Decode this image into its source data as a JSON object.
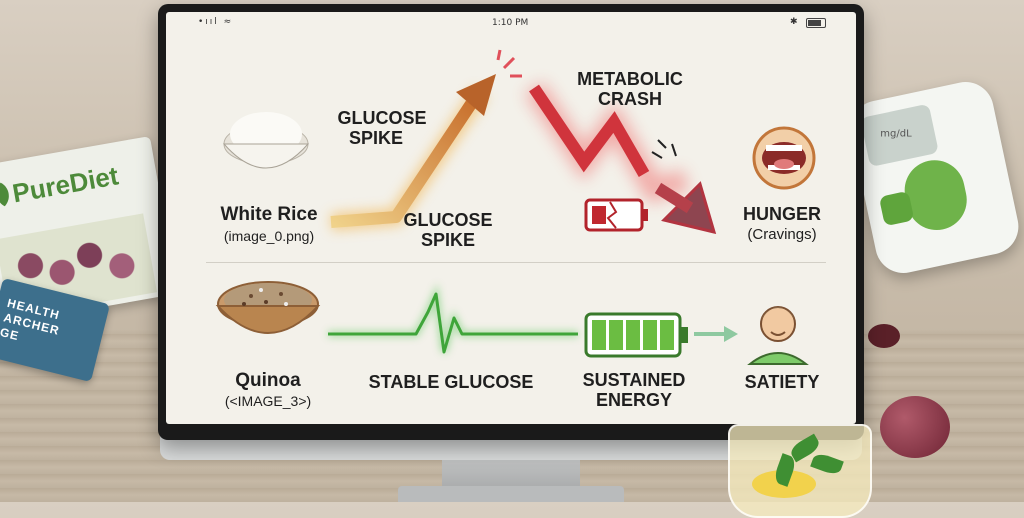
{
  "brochure": {
    "brand": "PureDiet"
  },
  "card": {
    "line1": "HEALTH",
    "line2": "ARCHER",
    "line3": "GE"
  },
  "meter": {
    "unit": "mg/dL"
  },
  "status": {
    "time": "1:10 PM"
  },
  "top_row": {
    "food_name": "White Rice",
    "food_file": "(image_0.png)",
    "spike_label_upper": [
      "GLUCOSE",
      "SPIKE"
    ],
    "spike_label_lower": [
      "GLUCOSE",
      "SPIKE"
    ],
    "crash_label": [
      "METABOLIC",
      "CRASH"
    ],
    "outcome": "HUNGER",
    "outcome_sub": "(Cravings)"
  },
  "bottom_row": {
    "food_name": "Quinoa",
    "food_file": "(<IMAGE_3>)",
    "stable_label": "STABLE GLUCOSE",
    "energy_label": [
      "SUSTAINED",
      "ENERGY"
    ],
    "outcome": "SATIETY"
  },
  "colors": {
    "spike_orange": "#e98a45",
    "crash_red": "#c8313b",
    "stable_green": "#3fa53a",
    "battery_green": "#6bbd42",
    "battery_red": "#c0282f"
  },
  "icons": [
    "rice-bowl-icon",
    "quinoa-bowl-icon",
    "open-mouth-icon",
    "broken-battery-icon",
    "full-battery-icon",
    "person-icon",
    "arrow-right-icon"
  ]
}
